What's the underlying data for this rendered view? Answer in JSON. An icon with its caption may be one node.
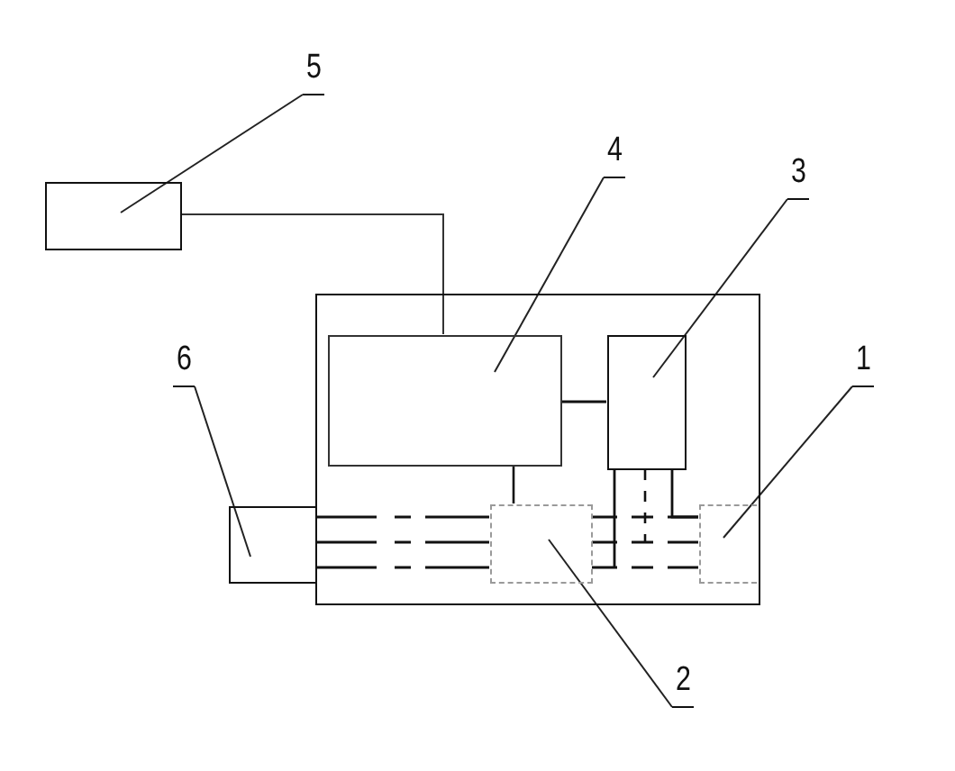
{
  "diagram": {
    "nodes": [
      {
        "text": [
          "5"
        ]
      },
      {
        "text": [],
        "shape": "box"
      },
      {
        "text": [
          "4"
        ]
      },
      {
        "text": [
          "3"
        ]
      },
      {
        "text": [],
        "shape": "box"
      },
      {
        "text": [],
        "shape": "box",
        "in": 4
      },
      {
        "text": [],
        "shape": "box",
        "in": 4
      },
      {
        "text": [
          "6"
        ]
      },
      {
        "text": [
          "1"
        ]
      },
      {
        "text": [],
        "shape": "box"
      },
      {
        "text": [],
        "shape": "box",
        "in": 4
      },
      {
        "text": [],
        "shape": "box",
        "in": 4
      },
      {
        "text": [
          "2"
        ]
      }
    ],
    "edges": [
      {
        "from": 0,
        "to": 1,
        "arrow": "none"
      },
      {
        "from": 2,
        "to": 5,
        "arrow": "none"
      },
      {
        "from": 3,
        "to": 6,
        "arrow": "none"
      },
      {
        "from": 7,
        "to": 9,
        "arrow": "none"
      },
      {
        "from": 8,
        "to": 11,
        "arrow": "none"
      },
      {
        "from": 12,
        "to": 10,
        "arrow": "none"
      },
      {
        "from": 1,
        "to": 5,
        "arrow": "none"
      },
      {
        "from": 5,
        "to": 6,
        "arrow": "none"
      },
      {
        "from": 5,
        "to": 10,
        "arrow": "none"
      },
      {
        "from": 6,
        "to": 11,
        "arrow": "none"
      },
      {
        "from": 6,
        "to": null,
        "arrow": "none"
      },
      {
        "from": 6,
        "to": null,
        "arrow": "none",
        "style": "dashed"
      },
      {
        "from": 9,
        "to": 10,
        "arrow": "none",
        "style": "dashed"
      },
      {
        "from": 9,
        "to": 10,
        "arrow": "none",
        "style": "dashed"
      },
      {
        "from": 9,
        "to": 10,
        "arrow": "none",
        "style": "dashed"
      },
      {
        "from": 10,
        "to": 11,
        "arrow": "none",
        "style": "dashed"
      },
      {
        "from": 10,
        "to": 11,
        "arrow": "none",
        "style": "dashed"
      },
      {
        "from": 10,
        "to": 11,
        "arrow": "none",
        "style": "dashed"
      }
    ]
  }
}
